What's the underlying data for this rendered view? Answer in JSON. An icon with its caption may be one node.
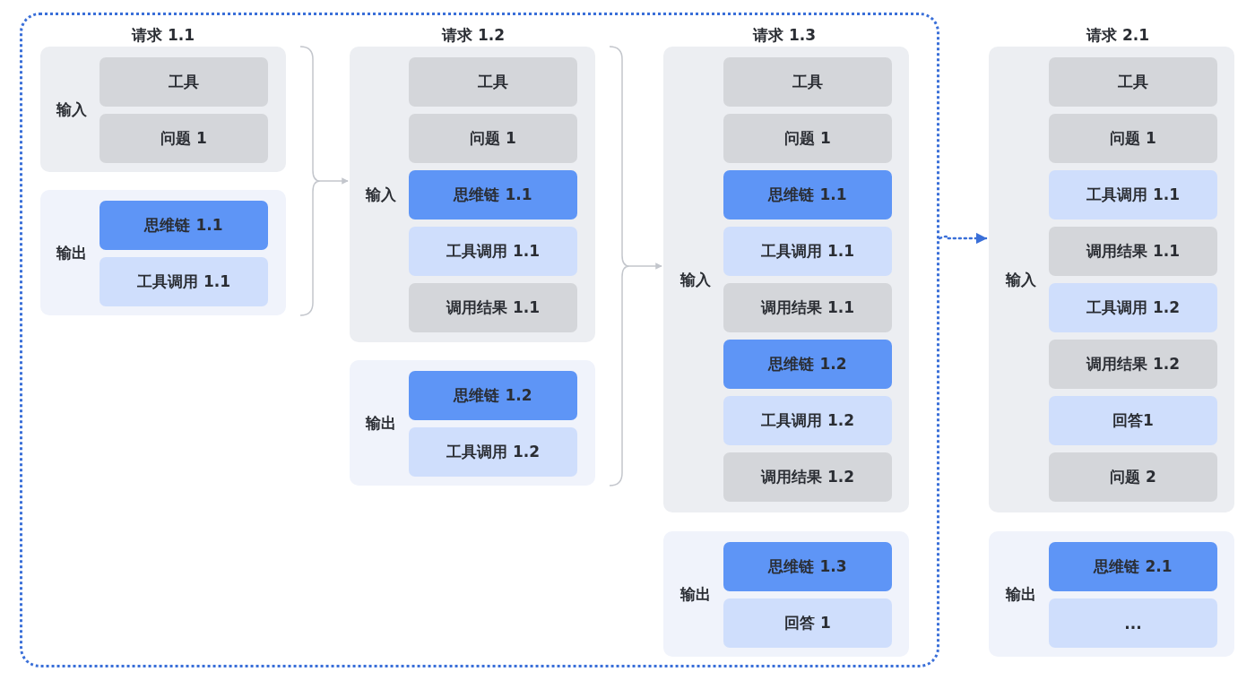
{
  "diagram": {
    "nodes": [
      {
        "text": [],
        "shape": "box"
      },
      {
        "text": [
          "输入"
        ],
        "in": 0
      },
      {
        "text": [
          "工具"
        ],
        "in": 1
      },
      {
        "text": [
          "问题 1"
        ],
        "in": 1
      },
      {
        "text": [
          "输出"
        ],
        "in": 0
      },
      {
        "text": [
          "思维链 1.1"
        ],
        "in": 4
      },
      {
        "text": [
          "工具调用 1.1"
        ],
        "in": 4
      },
      {
        "text": [
          "输入"
        ],
        "in": 0
      },
      {
        "text": [
          "工具"
        ],
        "in": 7
      },
      {
        "text": [
          "问题 1"
        ],
        "in": 7
      },
      {
        "text": [
          "思维链 1.1"
        ],
        "in": 7
      },
      {
        "text": [
          "工具调用 1.1"
        ],
        "in": 7
      },
      {
        "text": [
          "调用结果 1.1"
        ],
        "in": 7
      },
      {
        "text": [
          "输出"
        ],
        "in": 0
      },
      {
        "text": [
          "思维链 1.2"
        ],
        "in": 13
      },
      {
        "text": [
          "工具调用 1.2"
        ],
        "in": 13
      },
      {
        "text": [
          "输入"
        ],
        "in": 0
      },
      {
        "text": [
          "工具"
        ],
        "in": 16
      },
      {
        "text": [
          "问题 1"
        ],
        "in": 16
      },
      {
        "text": [
          "思维链 1.1"
        ],
        "in": 16
      },
      {
        "text": [
          "工具调用 1.1"
        ],
        "in": 16
      },
      {
        "text": [
          "调用结果 1.1"
        ],
        "in": 16
      },
      {
        "text": [
          "思维链 1.2"
        ],
        "in": 16
      },
      {
        "text": [
          "工具调用 1.2"
        ],
        "in": 16
      },
      {
        "text": [
          "调用结果 1.2"
        ],
        "in": 16
      },
      {
        "text": [
          "输出"
        ],
        "in": 0
      },
      {
        "text": [
          "思维链 1.3"
        ],
        "in": 25
      },
      {
        "text": [
          "回答 1"
        ],
        "in": 25
      },
      {
        "text": [
          "输入"
        ]
      },
      {
        "text": [
          "工具"
        ],
        "in": 28
      },
      {
        "text": [
          "问题 1"
        ],
        "in": 28
      },
      {
        "text": [
          "工具调用 1.1"
        ],
        "in": 28
      },
      {
        "text": [
          "调用结果 1.1"
        ],
        "in": 28
      },
      {
        "text": [
          "工具调用 1.2"
        ],
        "in": 28
      },
      {
        "text": [
          "调用结果 1.2"
        ],
        "in": 28
      },
      {
        "text": [
          "回答1"
        ],
        "in": 28
      },
      {
        "text": [
          "问题 2"
        ],
        "in": 28
      },
      {
        "text": [
          "输出"
        ]
      },
      {
        "text": [
          "思维链 2.1"
        ],
        "in": 37
      },
      {
        "text": [
          "..."
        ],
        "in": 37
      }
    ],
    "edges": [
      {
        "from": 1,
        "to": 7,
        "arrow": "to"
      },
      {
        "from": 4,
        "to": 7,
        "arrow": "to"
      },
      {
        "from": 7,
        "to": 16,
        "arrow": "to"
      },
      {
        "from": 13,
        "to": 16,
        "arrow": "to"
      },
      {
        "from": 0,
        "to": 28,
        "arrow": "to",
        "style": "dashed",
        "color": "#3a6fd8"
      }
    ],
    "labels": [
      "请求 1.1",
      "请求 1.2",
      "请求 1.3",
      "请求 2.1"
    ]
  }
}
